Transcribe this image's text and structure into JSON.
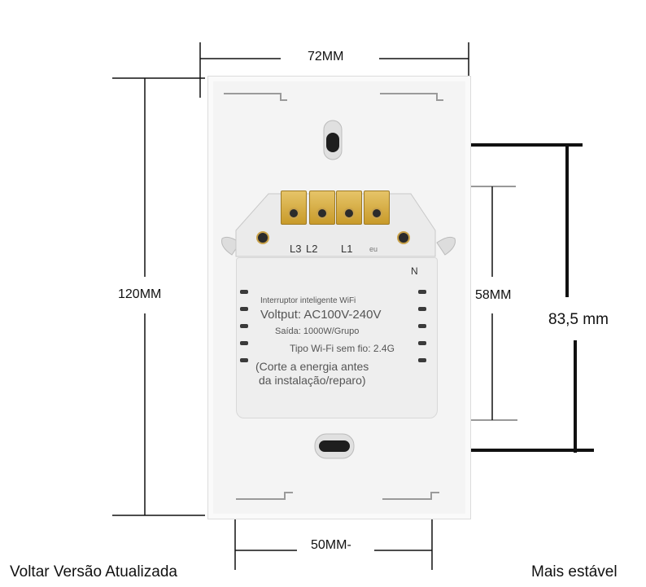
{
  "dimensions": {
    "width_top": "72MM",
    "height_left": "120MM",
    "module_height": "58MM",
    "hole_spacing": "83,5 mm",
    "width_bottom": "50MM-"
  },
  "module": {
    "terminals": [
      "L3",
      "L2",
      "L1"
    ],
    "brand_small": "eu",
    "neutral": "N",
    "title": "Interruptor inteligente WiFi",
    "voltage": "Voltput: AC100V-240V",
    "output": "Saída: 1000W/Grupo",
    "wifi": "Tipo Wi-Fi sem fio: 2.4G",
    "warning_line1": "(Corte a energia antes",
    "warning_line2": "da instalação/reparo)"
  },
  "captions": {
    "left": "Voltar Versão Atualizada",
    "right": "Mais estável"
  },
  "colors": {
    "line": "#111111",
    "plate": "#f4f4f4",
    "terminal_brass": "#d4a93a"
  }
}
